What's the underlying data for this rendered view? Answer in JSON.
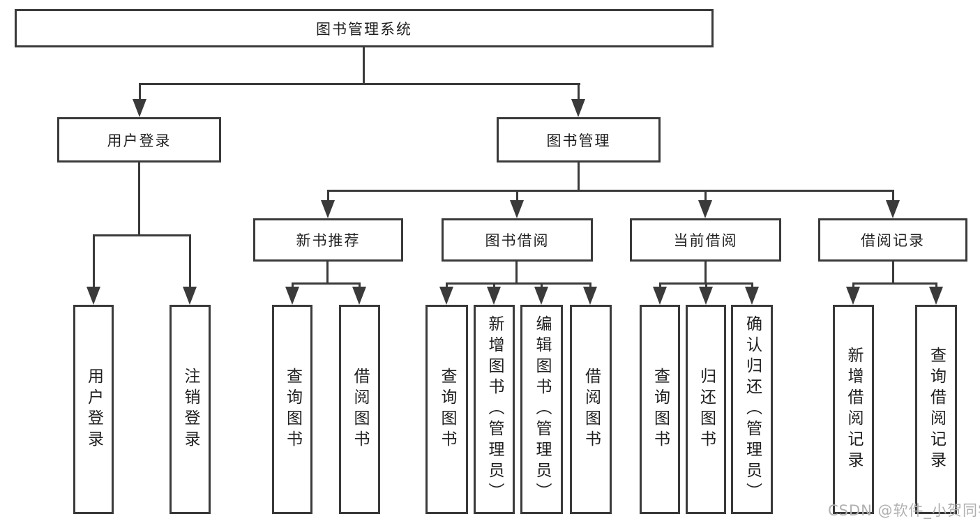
{
  "colors": {
    "line": "#3a3a3a",
    "text": "#1f1f1f",
    "box_bg": "#ffffff",
    "watermark": "#b0b0b0"
  },
  "diagram": {
    "root": {
      "label": "图书管理系统",
      "children": [
        {
          "label": "用户登录",
          "children": [
            {
              "label": "用户登录"
            },
            {
              "label": "注销登录"
            }
          ]
        },
        {
          "label": "图书管理",
          "children": [
            {
              "label": "新书推荐",
              "children": [
                {
                  "label": "查询图书"
                },
                {
                  "label": "借阅图书"
                }
              ]
            },
            {
              "label": "图书借阅",
              "children": [
                {
                  "label": "查询图书"
                },
                {
                  "label": "新增图书（管理员）"
                },
                {
                  "label": "编辑图书（管理员）"
                },
                {
                  "label": "借阅图书"
                }
              ]
            },
            {
              "label": "当前借阅",
              "children": [
                {
                  "label": "查询图书"
                },
                {
                  "label": "归还图书"
                },
                {
                  "label": "确认归还（管理员）"
                }
              ]
            },
            {
              "label": "借阅记录",
              "children": [
                {
                  "label": "新增借阅记录"
                },
                {
                  "label": "查询借阅记录"
                }
              ]
            }
          ]
        }
      ]
    }
  },
  "watermark": {
    "text": "CSDN @软件_小贺同学"
  }
}
